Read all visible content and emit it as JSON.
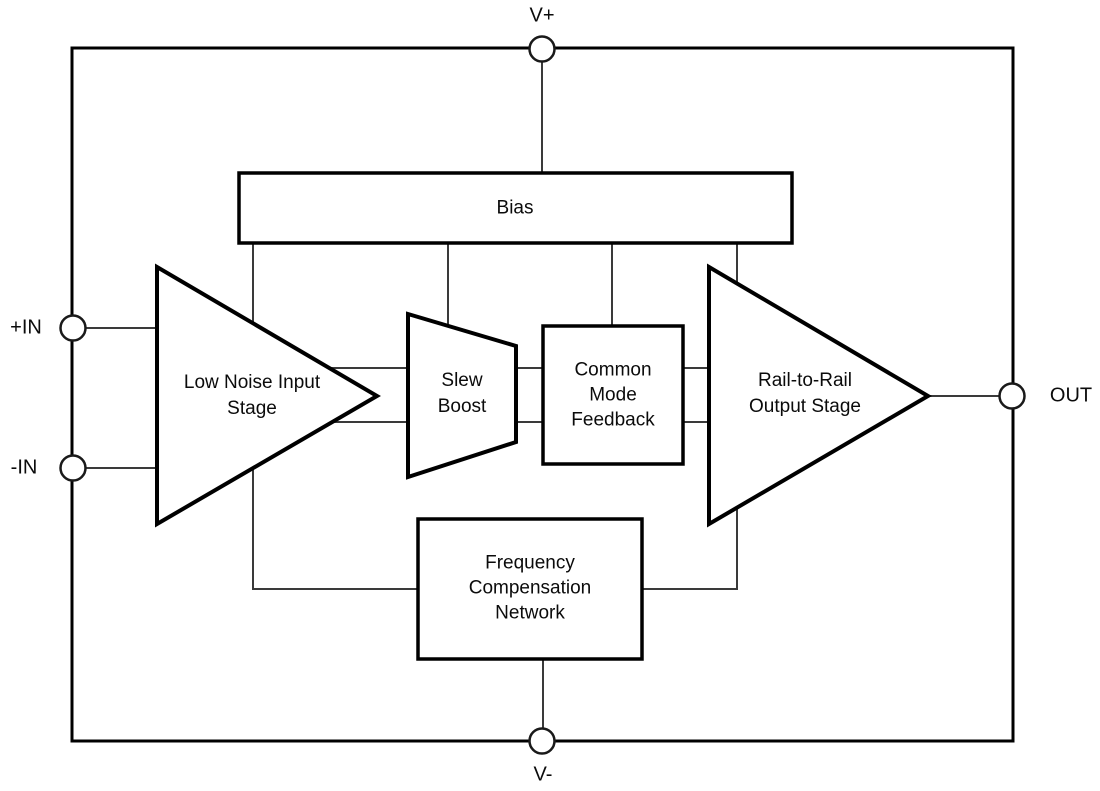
{
  "diagram_type": "op-amp functional block diagram",
  "terminals": {
    "v_plus": {
      "label": "V+"
    },
    "v_minus": {
      "label": "V-"
    },
    "in_plus": {
      "label": "+IN"
    },
    "in_minus": {
      "label": "-IN"
    },
    "out": {
      "label": "OUT"
    }
  },
  "blocks": {
    "bias": {
      "label": "Bias",
      "shape": "rectangle"
    },
    "low_noise_input_stage": {
      "label": "Low Noise Input Stage",
      "lines": [
        "Low Noise Input",
        "Stage"
      ],
      "shape": "triangle-right"
    },
    "slew_boost": {
      "label": "Slew Boost",
      "lines": [
        "Slew",
        "Boost"
      ],
      "shape": "trapezoid-right"
    },
    "common_mode_feedback": {
      "label": "Common Mode Feedback",
      "lines": [
        "Common",
        "Mode",
        "Feedback"
      ],
      "shape": "rectangle"
    },
    "rail_to_rail_output_stage": {
      "label": "Rail-to-Rail Output Stage",
      "lines": [
        "Rail-to-Rail",
        "Output Stage"
      ],
      "shape": "triangle-right"
    },
    "frequency_compensation_network": {
      "label": "Frequency Compensation Network",
      "lines": [
        "Frequency",
        "Compensation",
        "Network"
      ],
      "shape": "rectangle"
    }
  },
  "colors": {
    "background": "#ffffff",
    "shape_stroke": "#000000",
    "wire": "#3a3a3a",
    "text": "#0b0b0b"
  }
}
